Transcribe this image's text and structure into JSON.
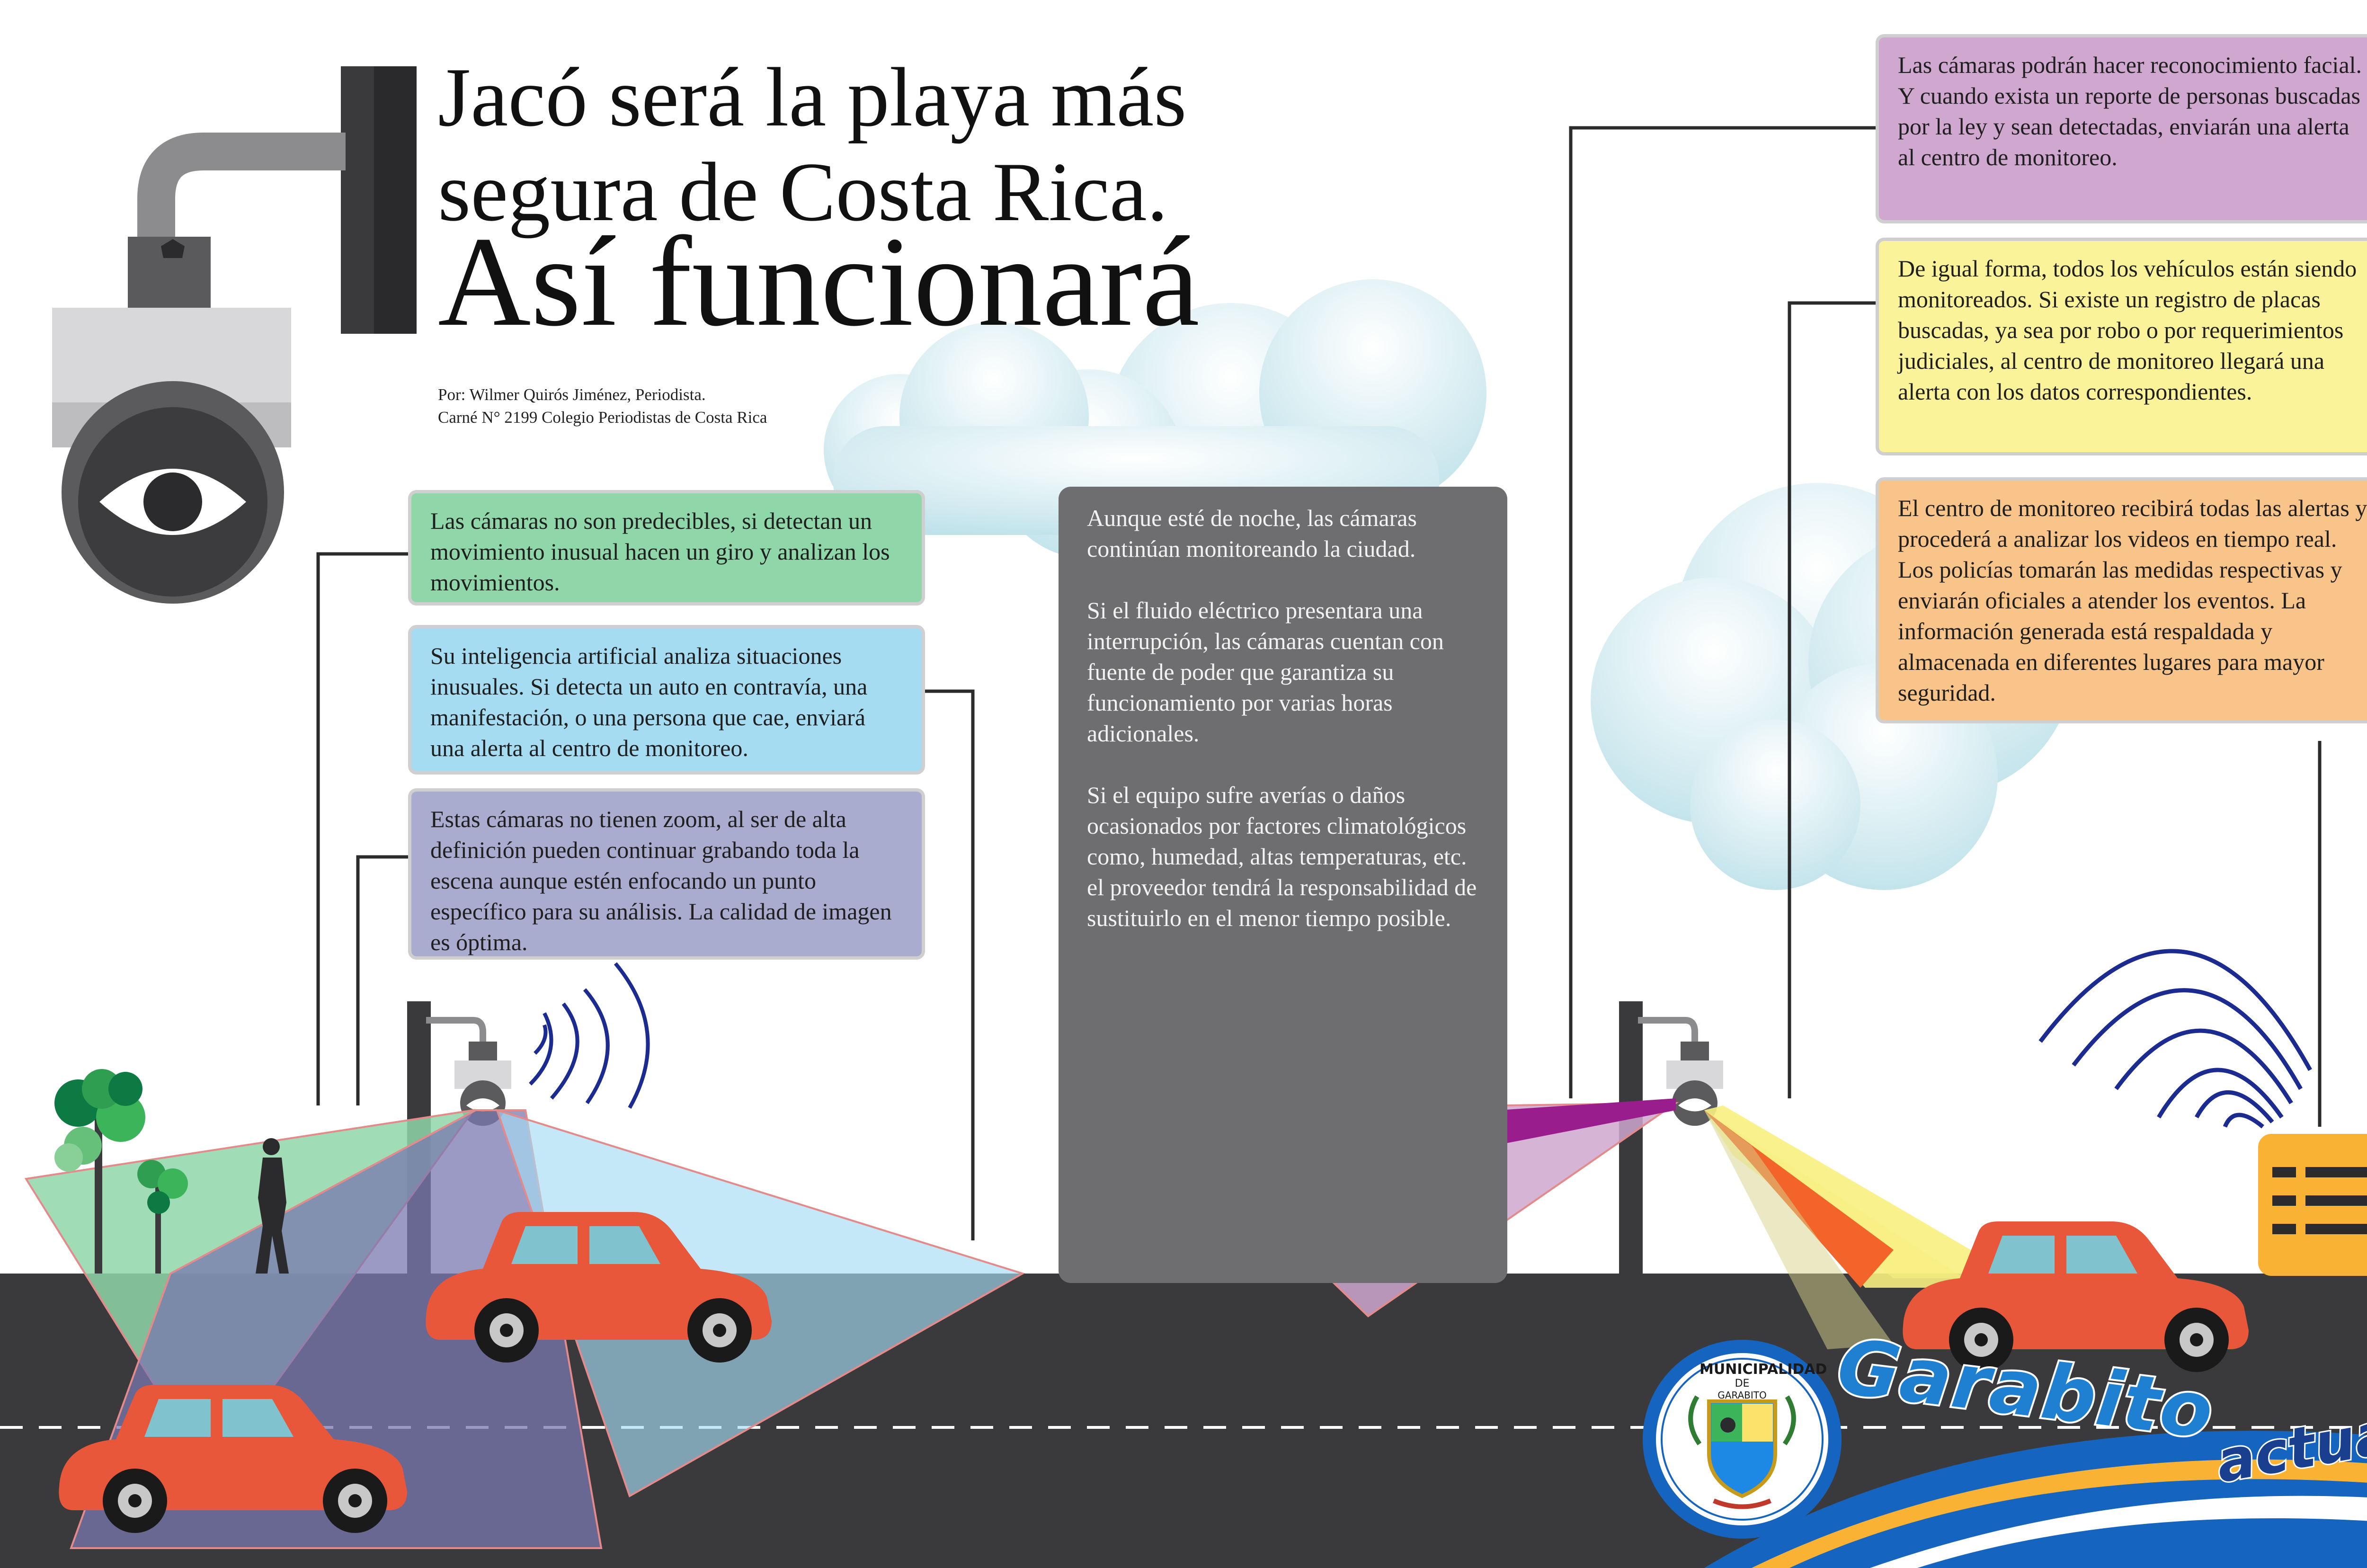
{
  "title": {
    "line1": "Jacó será la playa más",
    "line2": "segura de Costa Rica.",
    "line3": "Así funcionará"
  },
  "byline": {
    "author": "Por: Wilmer Quirós Jiménez, Periodista.",
    "license": "Carné N° 2199 Colegio Periodistas de Costa Rica"
  },
  "boxes": {
    "unpredictable": "Las cámaras no son predecibles, si detectan un movimiento inusual hacen un giro y analizan los movimientos.",
    "ai": "Su inteligencia artificial analiza situaciones inusuales. Si detecta un auto en contravía, una manifestación, o una persona que cae, enviará una alerta al centro de monitoreo.",
    "no_zoom": "Estas cámaras no tienen zoom, al ser de alta definición pueden continuar grabando toda la escena aunque estén enfocando un punto específico para su análisis. La calidad de imagen es óptima.",
    "facial": "Las cámaras podrán hacer reconocimiento facial. Y cuando exista un reporte de personas buscadas por la ley y sean detectadas, enviarán una alerta al centro de monitoreo.",
    "vehicles": "De igual forma, todos los vehículos están siendo monitoreados. Si existe un registro de placas buscadas, ya sea por robo o por requerimientos judiciales, al centro de monitoreo llegará una alerta con los datos correspondientes.",
    "center": "El centro de monitoreo recibirá todas las alertas y procederá a analizar los videos en tiempo real. Los policías tomarán las medidas respectivas y enviarán oficiales a atender los eventos. La información generada está respaldada y almacenada en diferentes lugares para mayor seguridad."
  },
  "night_panel": {
    "p1": "Aunque esté de noche, las cámaras continúan monitoreando la ciudad.",
    "p2": "Si el fluido eléctrico presentara una interrupción, las cámaras cuentan con fuente de poder que garantiza su funcionamiento por varias horas adicionales.",
    "p3": "Si el equipo sufre averías  o daños ocasionados por factores climatológicos como, humedad, altas temperaturas, etc. el proveedor tendrá la responsabilidad de sustituirlo en el menor tiempo posible."
  },
  "logo": {
    "seal_top": "MUNICIPALIDAD",
    "seal_de": "DE",
    "seal_name": "GARABITO",
    "wordmark": "Garabito",
    "wordmark_sub": "actual"
  },
  "colors": {
    "road": "#3a3a3c",
    "car": "#e8573a",
    "beam_green": "#8fd6a8",
    "beam_blue": "#a5dcf2",
    "beam_purple": "#7a78b0",
    "beam_magenta": "#9a1d8e",
    "beam_yellow": "#f8f080",
    "beam_orange": "#f2642a",
    "monitor": "#f9b233"
  }
}
